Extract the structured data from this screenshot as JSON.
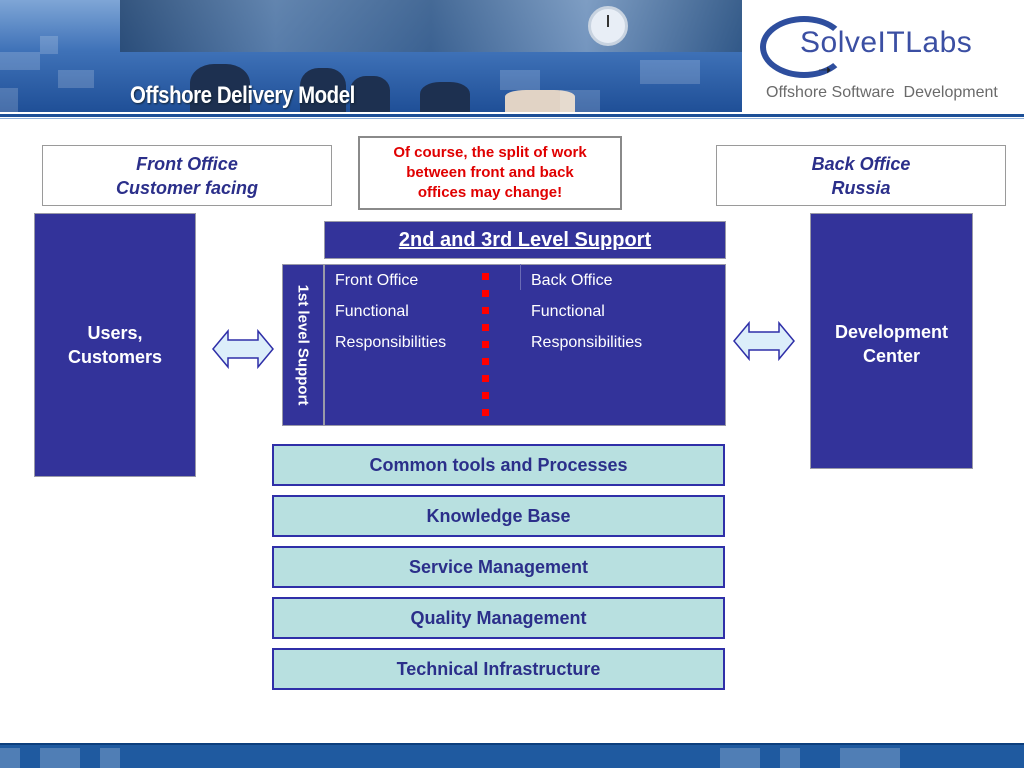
{
  "header": {
    "slide_title": "Offshore Delivery Model",
    "logo_text": "SolveITLabs",
    "tagline": "Offshore Software  Development"
  },
  "diagram": {
    "front_office_box": {
      "line1": "Front Office",
      "line2": "Customer facing"
    },
    "back_office_box": {
      "line1": "Back Office",
      "line2": "Russia"
    },
    "note": {
      "line1": "Of course, the split of work",
      "line2": "between front and back",
      "line3": "offices may change!"
    },
    "users_panel": {
      "line1": "Users,",
      "line2": "Customers"
    },
    "dev_panel": {
      "line1": "Development",
      "line2": "Center"
    },
    "support_header": "2nd and 3rd Level Support",
    "first_level": "1st level Support",
    "front_column": [
      "Front  Office",
      "Functional",
      "Responsibilities"
    ],
    "back_column": [
      "Back  Office",
      "Functional",
      "Responsibilities"
    ],
    "layers": [
      "Common tools and Processes",
      "Knowledge Base",
      "Service Management",
      "Quality Management",
      "Technical Infrastructure"
    ]
  },
  "colors": {
    "navy": "#33339a",
    "text_navy": "#2b2f8a",
    "layer_fill": "#b8e0e0",
    "note_red": "#e00000",
    "arrow_fill": "#dceefa",
    "arrow_stroke": "#2f2fa8"
  }
}
